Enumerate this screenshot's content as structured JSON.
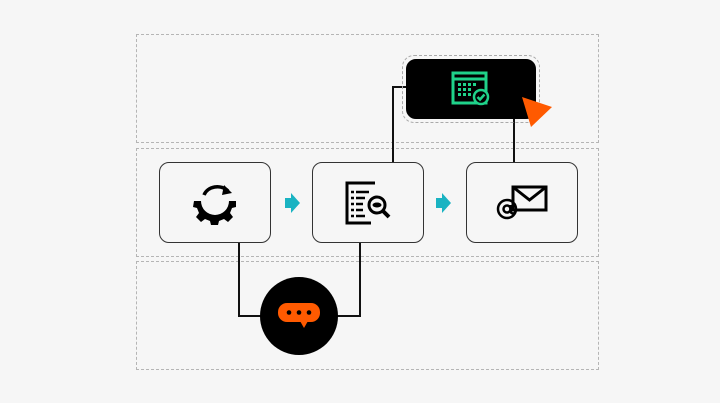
{
  "diagram": {
    "type": "workflow",
    "colors": {
      "background": "#f6f6f6",
      "accent_green": "#1fd28a",
      "accent_orange": "#ff5a00",
      "arrow_teal": "#1ab3c2",
      "node_dark": "#000000"
    },
    "nodes": [
      {
        "id": "process",
        "icon": "gear-sync-icon"
      },
      {
        "id": "review",
        "icon": "document-inspect-icon"
      },
      {
        "id": "email",
        "icon": "email-at-icon"
      },
      {
        "id": "schedule",
        "icon": "calendar-check-icon",
        "highlighted": true
      },
      {
        "id": "chat",
        "icon": "chat-bubble-icon"
      }
    ],
    "cursor_icon": "pointer-cursor-icon"
  }
}
